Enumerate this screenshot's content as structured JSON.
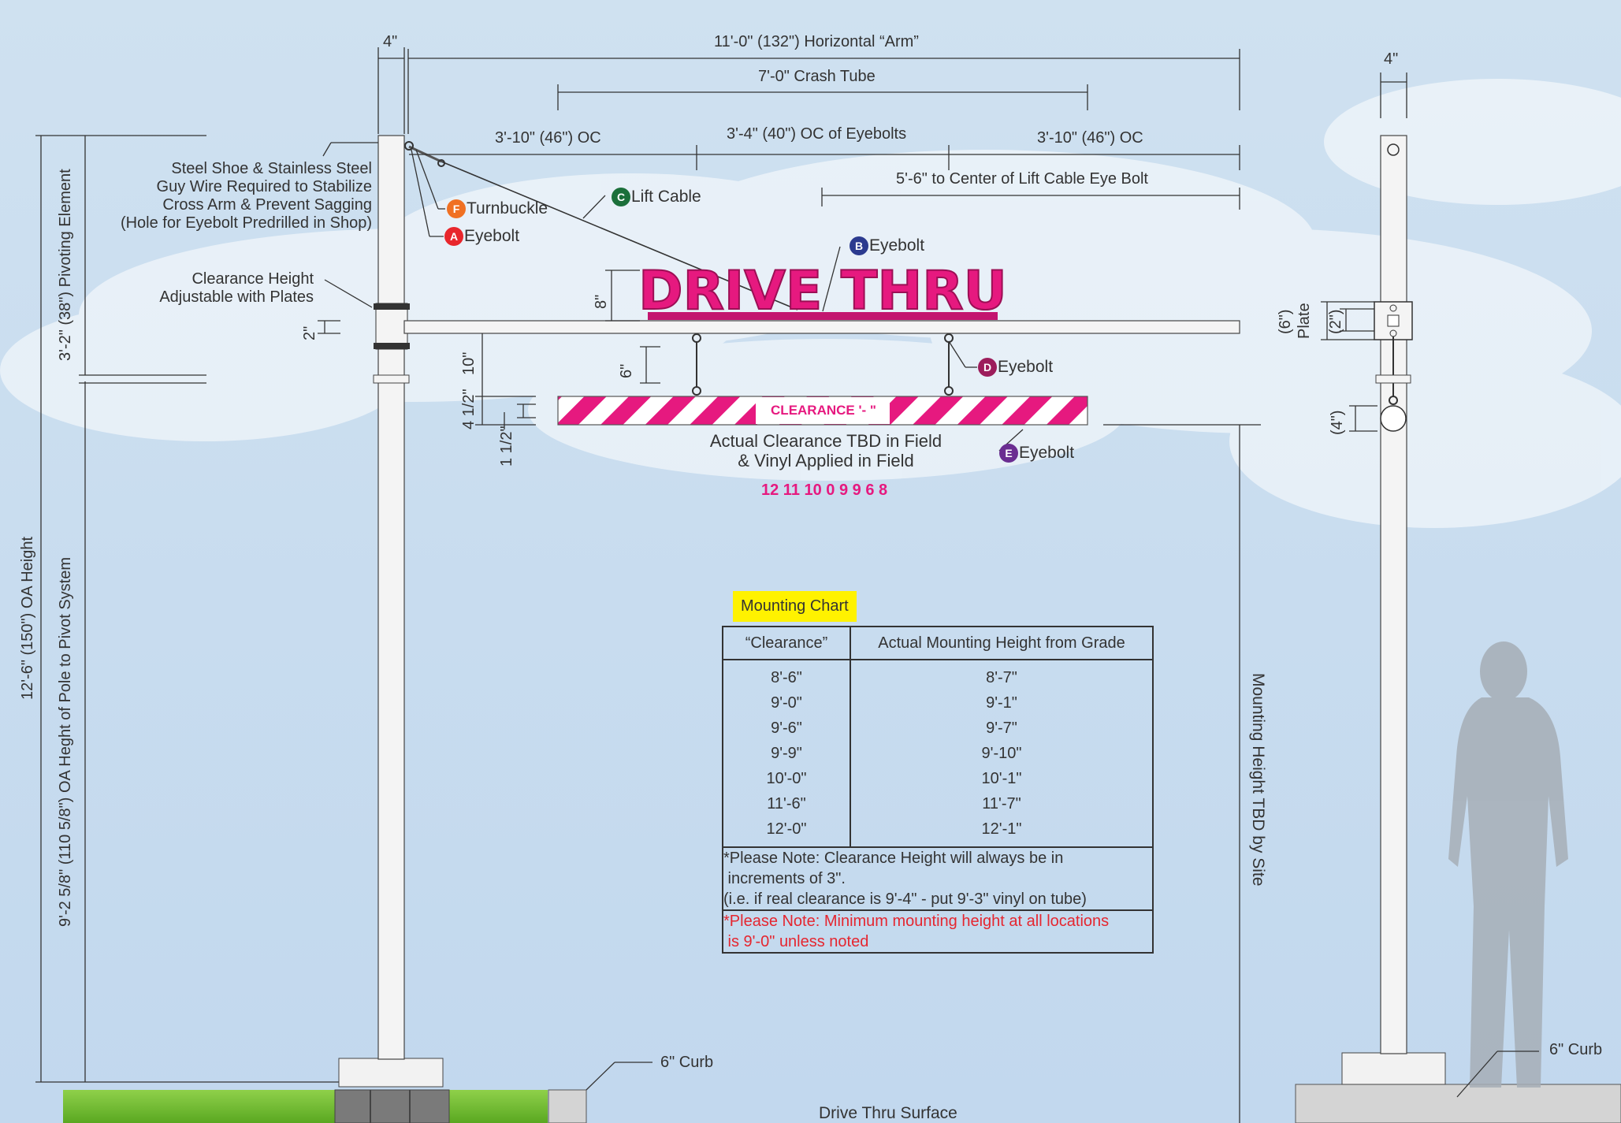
{
  "dimensions": {
    "top_4in": "4\"",
    "horizontal_arm": "11'-0\" (132\") Horizontal “Arm”",
    "crash_tube": "7'-0\" Crash Tube",
    "oc_left": "3'-10\" (46\") OC",
    "oc_eyebolts": "3'-4\" (40\") OC of Eyebolts",
    "oc_right": "3'-10\" (46\") OC",
    "lift_cable_center": "5'-6\" to Center of Lift Cable Eye Bolt",
    "sign_8in": "8\"",
    "clearance_2in": "2\"",
    "gap_10in": "10\"",
    "hang_6in": "6\"",
    "bar_4half": "4 1/2\"",
    "bar_1half": "1 1/2\"",
    "oa_height": "12'-6\" (150\") OA Height",
    "pivot_element": "3'-2\" (38\") Pivoting Element",
    "pole_height": "9'-2 5/8\" (110 5/8\") OA Heght of Pole to Pivot System",
    "mounting_height": "Mounting Height TBD by Site",
    "side_4in": "4\"",
    "side_plate_6": "(6\")",
    "side_plate_label": "Plate",
    "side_plate_2": "(2\")",
    "side_4paren": "(4\")"
  },
  "notes": {
    "guy_wire": [
      "Steel Shoe & Stainless Steel",
      "Guy Wire Required to Stabilize",
      "Cross Arm & Prevent Sagging",
      "(Hole for Eyebolt Predrilled in Shop)"
    ],
    "clearance_adjust": [
      "Clearance Height",
      "Adjustable with Plates"
    ],
    "actual_clearance": [
      "Actual Clearance TBD in Field",
      "& Vinyl Applied in Field"
    ],
    "digits": "12 11 10 0 9 9 6 8",
    "curb_left": "6\" Curb",
    "curb_right": "6\" Curb",
    "surface": "Drive Thru Surface"
  },
  "callouts": [
    {
      "letter": "F",
      "label": "Turnbuckle",
      "color": "#f07023"
    },
    {
      "letter": "A",
      "label": "Eyebolt",
      "color": "#e8262c"
    },
    {
      "letter": "C",
      "label": "Lift Cable",
      "color": "#1b6f3a"
    },
    {
      "letter": "B",
      "label": "Eyebolt",
      "color": "#2b3a8f"
    },
    {
      "letter": "D",
      "label": "Eyebolt",
      "color": "#9c1d5b"
    },
    {
      "letter": "E",
      "label": "Eyebolt",
      "color": "#6a2d91"
    }
  ],
  "sign": {
    "text": "DRIVE THRU",
    "clearance_bar": "CLEARANCE  '-  \"",
    "color": "#e6197f"
  },
  "chart": {
    "title": "Mounting Chart",
    "col1": "“Clearance”",
    "col2": "Actual Mounting Height from Grade",
    "rows": [
      [
        "8'-6\"",
        "8'-7\""
      ],
      [
        "9'-0\"",
        "9'-1\""
      ],
      [
        "9'-6\"",
        "9'-7\""
      ],
      [
        "9'-9\"",
        "9'-10\""
      ],
      [
        "10'-0\"",
        "10'-1\""
      ],
      [
        "11'-6\"",
        "11'-7\""
      ],
      [
        "12'-0\"",
        "12'-1\""
      ]
    ],
    "note1": [
      "*Please Note: Clearance Height will always be in",
      " increments of 3\".",
      "(i.e. if real clearance is 9'-4\" - put 9'-3\" vinyl on tube)"
    ],
    "note2": [
      "*Please Note: Minimum mounting height at all locations",
      " is 9'-0\" unless noted"
    ]
  }
}
